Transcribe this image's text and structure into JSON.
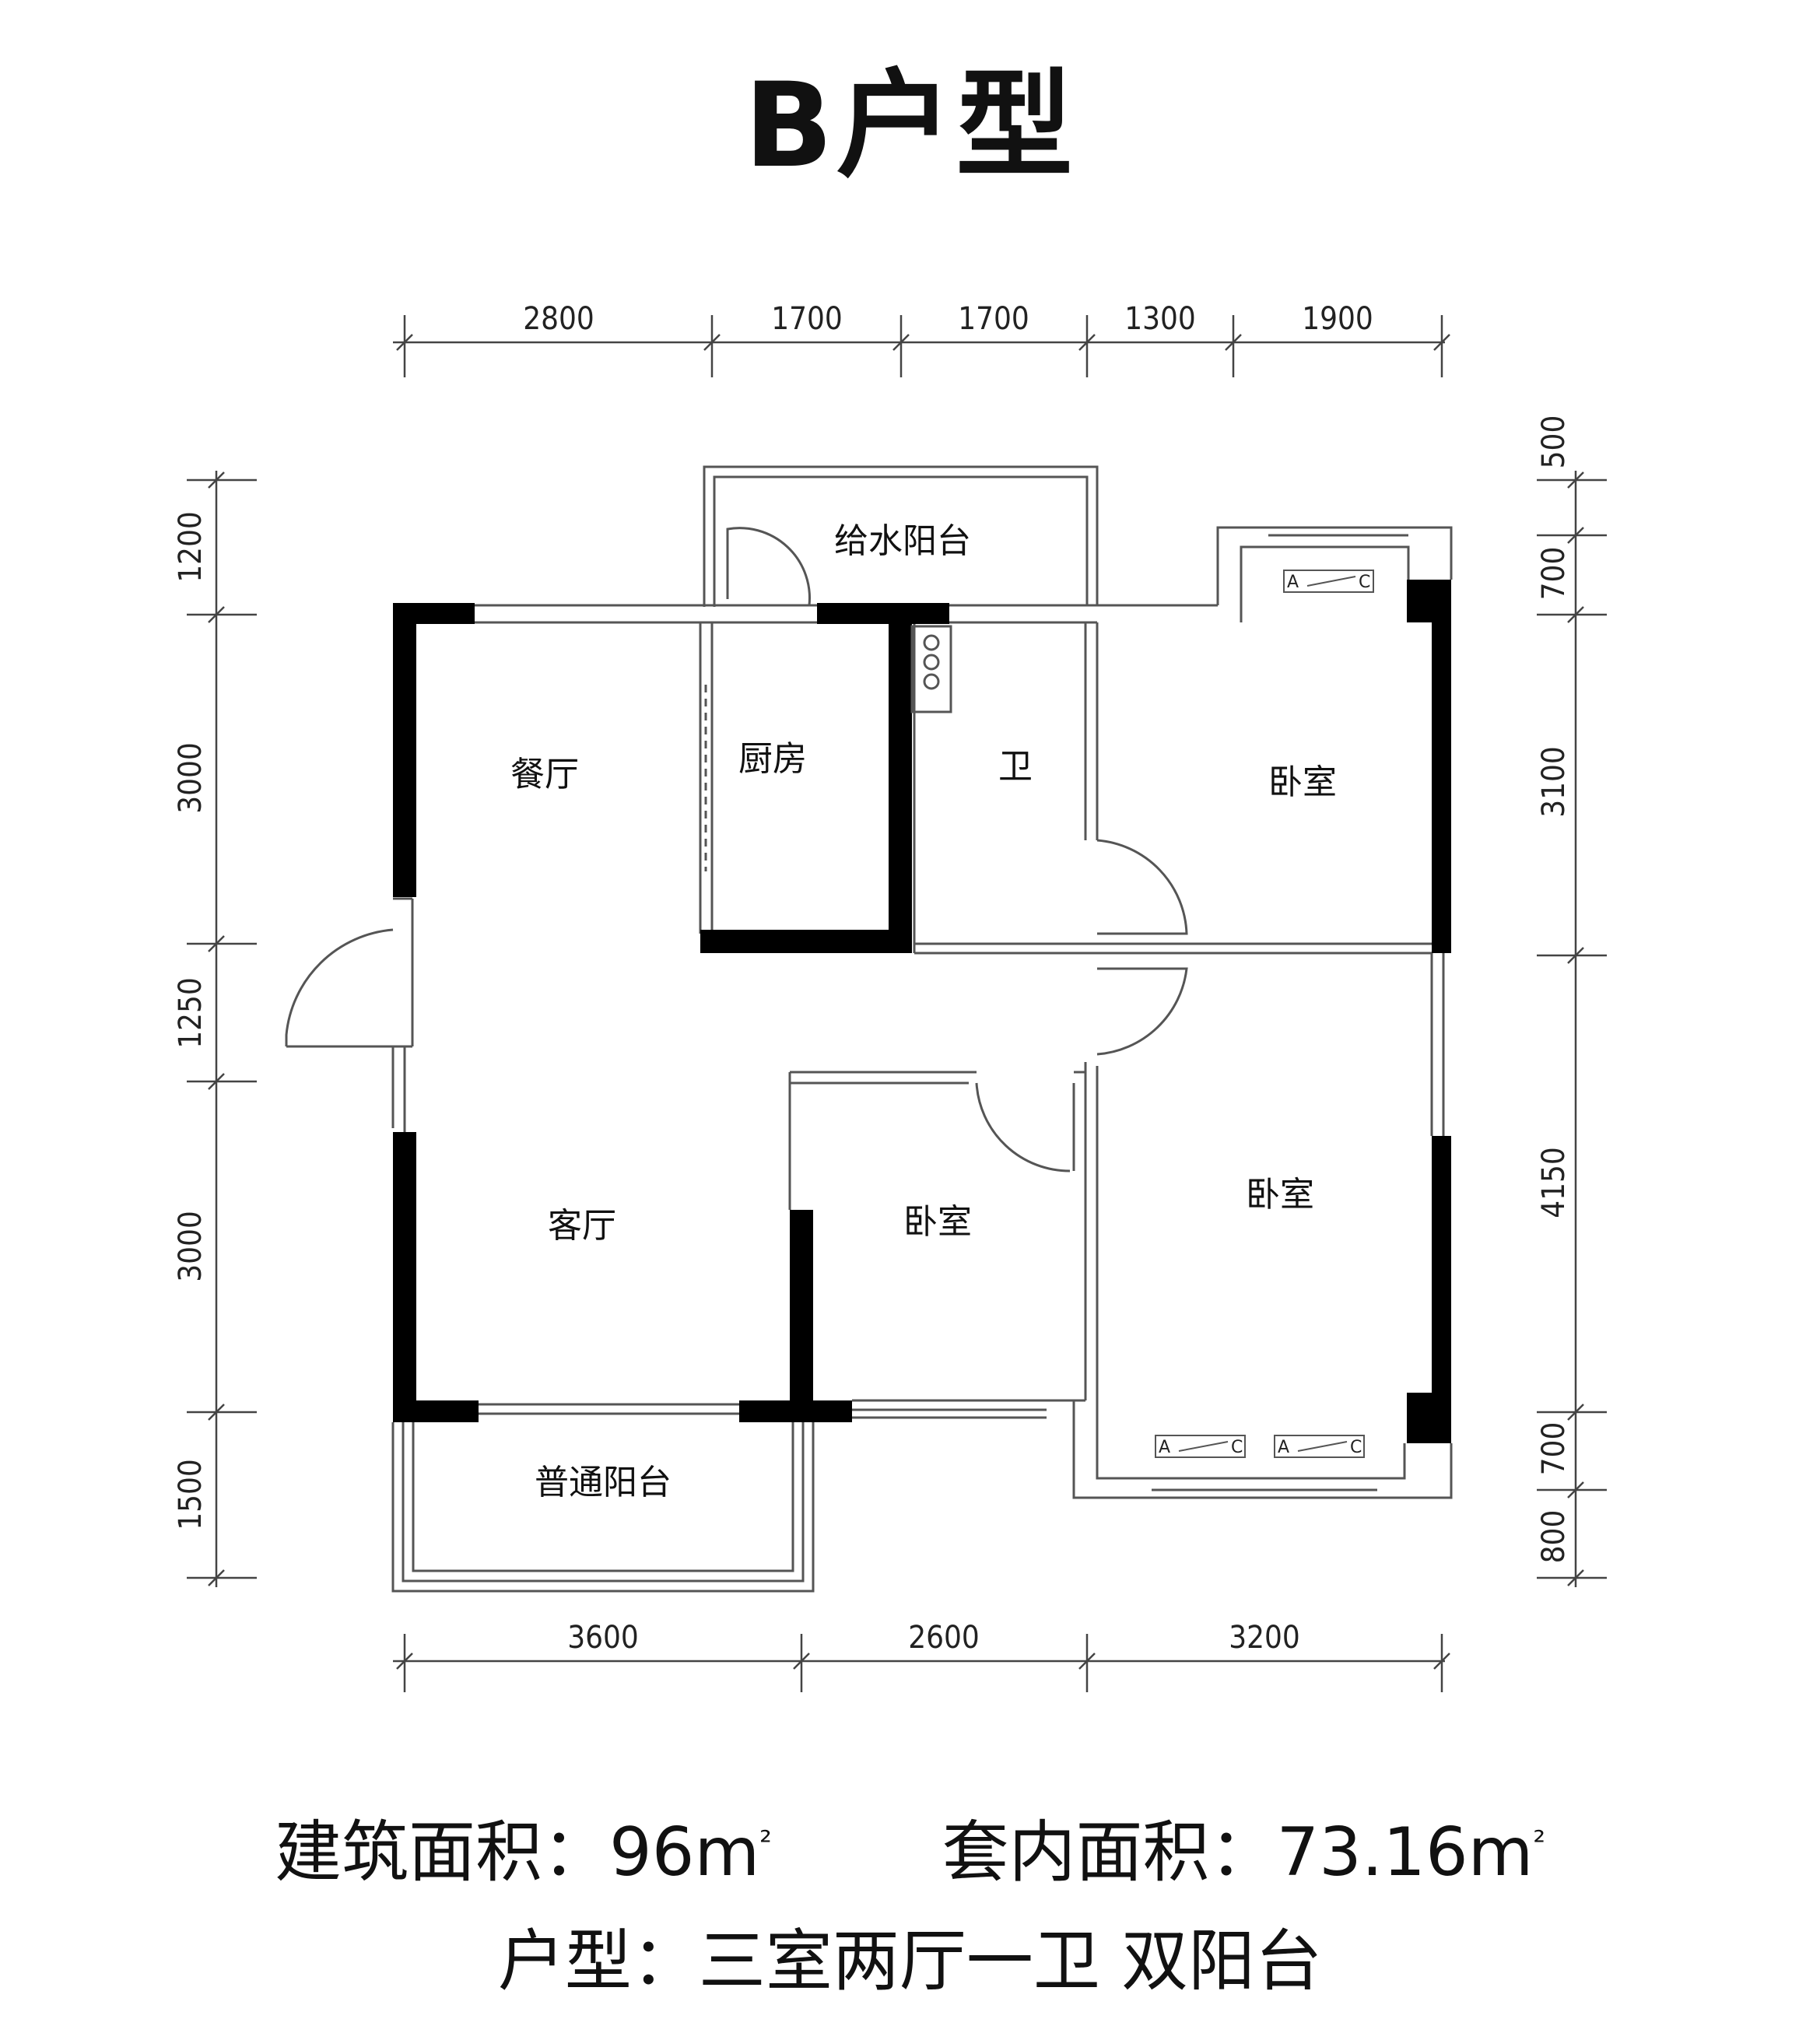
{
  "title": "B户型",
  "rooms": {
    "dining": "餐厅",
    "kitchen": "厨房",
    "bath": "卫",
    "bedroom_ne": "卧室",
    "bedroom_e": "卧室",
    "bedroom_mid": "卧室",
    "living": "客厅",
    "service_balcony": "给水阳台",
    "balcony": "普通阳台"
  },
  "dims": {
    "top": [
      "2800",
      "1700",
      "1700",
      "1300",
      "1900"
    ],
    "bottom": [
      "3600",
      "2600",
      "3200"
    ],
    "left": [
      "1200",
      "3000",
      "1250",
      "3000",
      "1500"
    ],
    "right": [
      "500",
      "700",
      "3100",
      "4150",
      "700",
      "800"
    ]
  },
  "ac_symbol": {
    "a": "A",
    "c": "C"
  },
  "area": {
    "building_label": "建筑面积：",
    "building_value": "96",
    "inner_label": "套内面积：",
    "inner_value": "73.16",
    "unit": "m",
    "unit_sup": "²"
  },
  "layout_type": {
    "label": "户型：",
    "value": "三室两厅一卫 双阳台"
  },
  "colors": {
    "wall": "#000000",
    "line": "#555555",
    "background": "#ffffff"
  }
}
